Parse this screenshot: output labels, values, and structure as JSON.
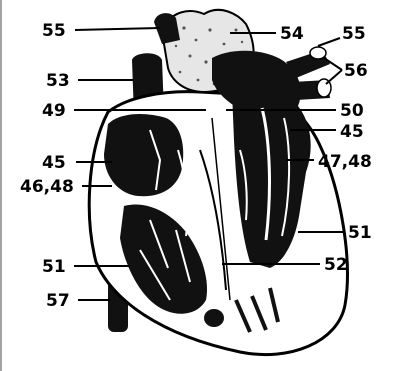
{
  "figure": {
    "labels": [
      {
        "id": "l55a",
        "text": "55"
      },
      {
        "id": "l54",
        "text": "54"
      },
      {
        "id": "l55b",
        "text": "55"
      },
      {
        "id": "l56",
        "text": "56"
      },
      {
        "id": "l53",
        "text": "53"
      },
      {
        "id": "l49",
        "text": "49"
      },
      {
        "id": "l50",
        "text": "50"
      },
      {
        "id": "l45r",
        "text": "45"
      },
      {
        "id": "l45l",
        "text": "45"
      },
      {
        "id": "l4748",
        "text": "47,48"
      },
      {
        "id": "l4648",
        "text": "46,48"
      },
      {
        "id": "l51r",
        "text": "51"
      },
      {
        "id": "l51l",
        "text": "51"
      },
      {
        "id": "l52",
        "text": "52"
      },
      {
        "id": "l57",
        "text": "57"
      }
    ]
  }
}
